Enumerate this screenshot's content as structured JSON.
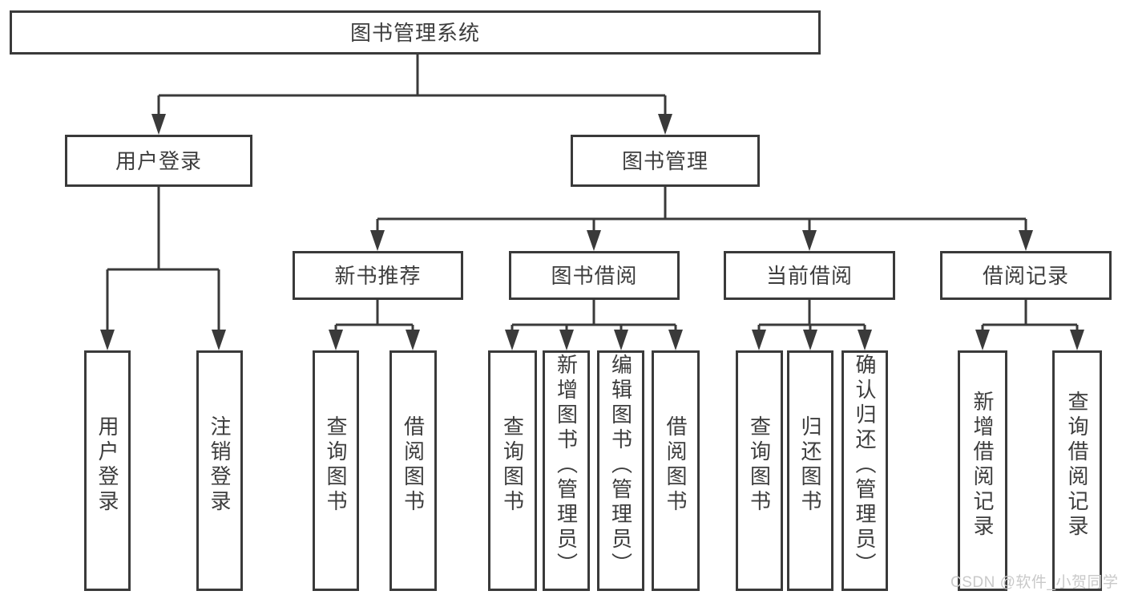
{
  "diagram": {
    "root": "图书管理系统",
    "branches": {
      "user_login": {
        "label": "用户登录",
        "children": [
          "用户登录",
          "注销登录"
        ]
      },
      "book_mgmt": {
        "label": "图书管理",
        "sections": [
          {
            "label": "新书推荐",
            "children": [
              "查询图书",
              "借阅图书"
            ]
          },
          {
            "label": "图书借阅",
            "children": [
              "查询图书",
              "新增图书（管理员）",
              "编辑图书（管理员）",
              "借阅图书"
            ]
          },
          {
            "label": "当前借阅",
            "children": [
              "查询图书",
              "归还图书",
              "确认归还（管理员）"
            ]
          },
          {
            "label": "借阅记录",
            "children": [
              "新增借阅记录",
              "查询借阅记录"
            ]
          }
        ]
      }
    }
  },
  "watermark": "CSDN @软件_小贺同学",
  "colors": {
    "line": "#3a3a3a",
    "text": "#3d3d3d",
    "watermark": "#c9c9c9",
    "background": "#ffffff"
  }
}
